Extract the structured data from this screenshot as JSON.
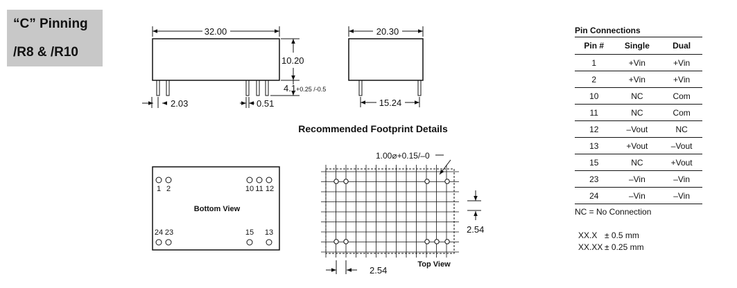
{
  "heading": {
    "line1": "“C” Pinning",
    "line2": "/R8 & /R10"
  },
  "dims": {
    "length": "32.00",
    "height": "10.20",
    "pin_len": "4.1",
    "pin_tol": "+0.25 /-0.5",
    "offset": "2.03",
    "pin_width": "0.51",
    "depth": "20.30",
    "pin_spacing": "15.24"
  },
  "footprint": {
    "title": "Recommended Footprint Details",
    "hole": "1.00⌀+0.15/–0",
    "pitch_v": "2.54",
    "pitch_h": "2.54",
    "top_view": "Top View"
  },
  "bottom_view": {
    "label": "Bottom View",
    "pins_top": [
      "1",
      "2",
      "10",
      "11",
      "12"
    ],
    "pins_bottom": [
      "24",
      "23",
      "15",
      "13"
    ]
  },
  "pin_table": {
    "title": "Pin Connections",
    "headers": [
      "Pin #",
      "Single",
      "Dual"
    ],
    "rows": [
      [
        "1",
        "+Vin",
        "+Vin"
      ],
      [
        "2",
        "+Vin",
        "+Vin"
      ],
      [
        "10",
        "NC",
        "Com"
      ],
      [
        "11",
        "NC",
        "Com"
      ],
      [
        "12",
        "–Vout",
        "NC"
      ],
      [
        "13",
        "+Vout",
        "–Vout"
      ],
      [
        "15",
        "NC",
        "+Vout"
      ],
      [
        "23",
        "–Vin",
        "–Vin"
      ],
      [
        "24",
        "–Vin",
        "–Vin"
      ]
    ],
    "note": "NC = No Connection"
  },
  "tolerances": [
    {
      "format": "XX.X",
      "value": "± 0.5 mm"
    },
    {
      "format": "XX.XX",
      "value": "± 0.25 mm"
    }
  ]
}
